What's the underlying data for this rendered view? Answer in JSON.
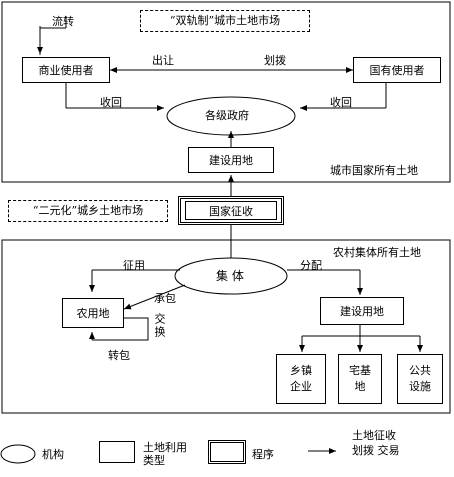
{
  "top_panel": {
    "title": "“双轨制”城市土地市场",
    "region_label": "城市国家所有土地",
    "circulate": "流转",
    "commercial_user": "商业使用者",
    "state_user": "国有使用者",
    "transfer": "出让",
    "allocate": "划拨",
    "recover_left": "收回",
    "recover_right": "收回",
    "government": "各级政府",
    "construction_land": "建设用地"
  },
  "middle": {
    "dual_title": "“二元化”城乡土地市场",
    "expropriation": "国家征收"
  },
  "bottom_panel": {
    "region_label": "农村集体所有土地",
    "collective": "集 体",
    "expropriate": "征用",
    "distribute": "分配",
    "contract": "承包",
    "farmland": "农用地",
    "exchange": "交换",
    "subcontract": "转包",
    "construction_land": "建设用地",
    "township_enterprise": "乡镇企业",
    "homestead": "宅基地",
    "public_facilities": "公共设施"
  },
  "legend": {
    "institution": "机构",
    "land_use_type": "土地利用类型",
    "procedure": "程序",
    "transactions": "土地征收 划拨 交易"
  }
}
